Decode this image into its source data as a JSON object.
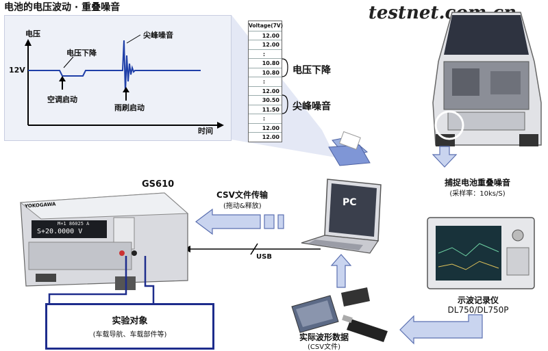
{
  "diagram": {
    "title": "电池的电压波动 · 重叠噪音",
    "site_watermark": "testnet.com.cn",
    "waveform": {
      "y_axis_label": "电压",
      "x_axis_label": "时间",
      "level_label": "12V",
      "drop_label": "电压下降",
      "ac_label": "空调启动",
      "spike_label": "尖峰噪音",
      "wiper_label": "雨刷启动"
    },
    "table": {
      "header": "Voltage(7V)",
      "rows": [
        "12.00",
        "12.00",
        ":",
        "10.80",
        "10.80",
        ":",
        "12.00",
        "30.50",
        "11.50",
        ":",
        "12.00",
        "12.00"
      ]
    },
    "table_callouts": {
      "drop": "电压下降",
      "spike": "尖峰噪音"
    },
    "gs610": {
      "name": "GS610",
      "brand": "YOKOGAWA",
      "display_line1": "M+1 86025 A",
      "display_line2": "S+20.0000 V"
    },
    "csv_transfer": {
      "label": "CSV文件传输",
      "sub": "(拖动&释放)"
    },
    "usb_label": "USB",
    "pc_label": "PC",
    "test_object": {
      "title": "实验对象",
      "sub": "(车载导航、车载部件等)"
    },
    "capture": {
      "title": "捕捉电池重叠噪音",
      "sub": "(采样率：10ks/S)"
    },
    "oscilloscope": {
      "title": "示波记录仪",
      "model": "DL750/DL750P"
    },
    "waveform_data": {
      "title": "实际波形数据",
      "sub": "(CSV文件)"
    },
    "colors": {
      "arrow_fill": "#c9d4ef",
      "arrow_stroke": "#5a6fb0",
      "signal": "#1f3fa8",
      "box_border": "#1d2c8c"
    }
  }
}
